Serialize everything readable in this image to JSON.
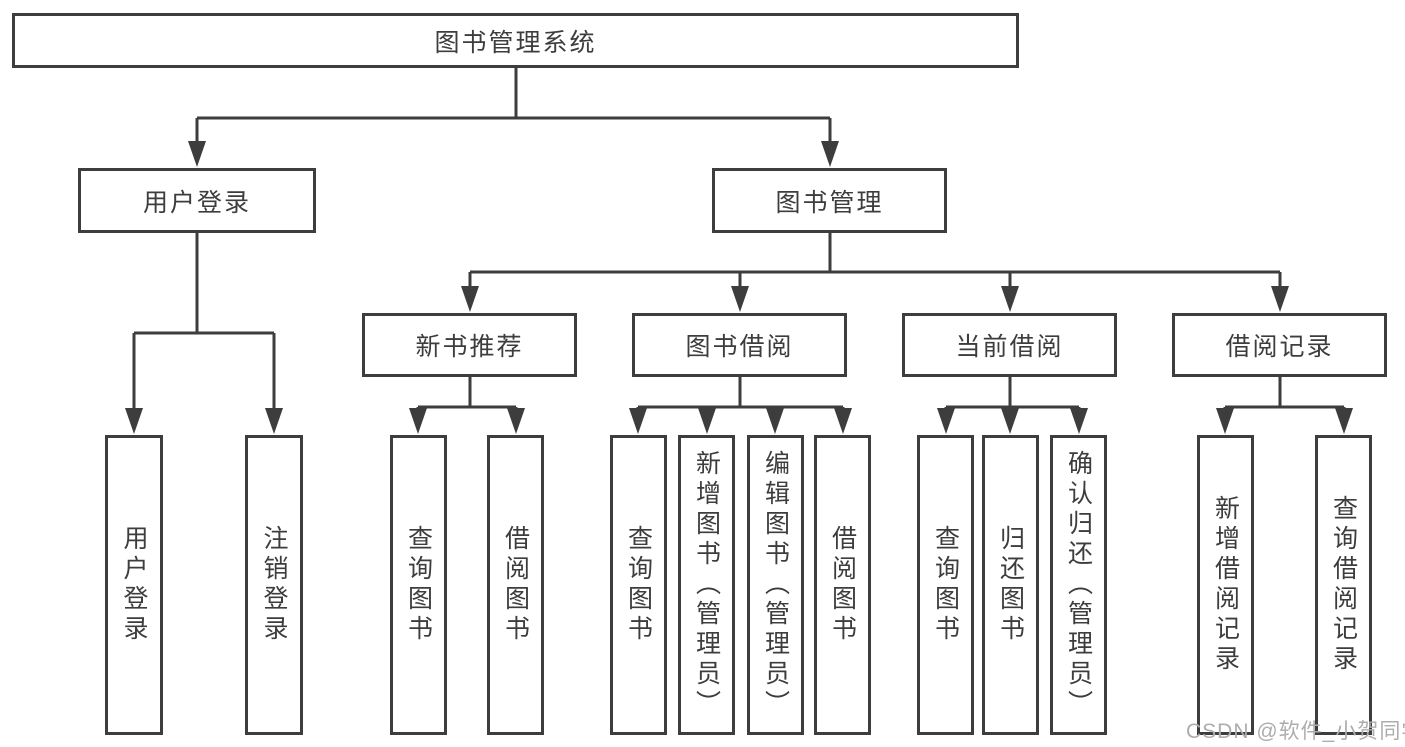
{
  "diagram_title": "图书管理系统",
  "nodes": {
    "root": {
      "id": "library-system",
      "label": "图书管理系统"
    },
    "level2": [
      {
        "id": "user-login",
        "label": "用户登录",
        "parent": "library-system"
      },
      {
        "id": "book-management",
        "label": "图书管理",
        "parent": "library-system"
      }
    ],
    "level3": [
      {
        "id": "new-book-recommend",
        "label": "新书推荐",
        "parent": "book-management"
      },
      {
        "id": "book-borrow",
        "label": "图书借阅",
        "parent": "book-management"
      },
      {
        "id": "current-borrow",
        "label": "当前借阅",
        "parent": "book-management"
      },
      {
        "id": "borrow-records",
        "label": "借阅记录",
        "parent": "book-management"
      }
    ],
    "leaves": [
      {
        "id": "user-login-leaf",
        "label": "用户登录",
        "parent": "user-login"
      },
      {
        "id": "logout",
        "label": "注销登录",
        "parent": "user-login"
      },
      {
        "id": "query-books-recommend",
        "label": "查询图书",
        "parent": "new-book-recommend"
      },
      {
        "id": "borrow-books-recommend",
        "label": "借阅图书",
        "parent": "new-book-recommend"
      },
      {
        "id": "query-books-borrow",
        "label": "查询图书",
        "parent": "book-borrow"
      },
      {
        "id": "add-book-admin",
        "label": "新增图书（管理员）",
        "parent": "book-borrow"
      },
      {
        "id": "edit-book-admin",
        "label": "编辑图书（管理员）",
        "parent": "book-borrow"
      },
      {
        "id": "borrow-books-borrow",
        "label": "借阅图书",
        "parent": "book-borrow"
      },
      {
        "id": "query-books-current",
        "label": "查询图书",
        "parent": "current-borrow"
      },
      {
        "id": "return-books",
        "label": "归还图书",
        "parent": "current-borrow"
      },
      {
        "id": "confirm-return-admin",
        "label": "确认归还（管理员）",
        "parent": "current-borrow"
      },
      {
        "id": "add-borrow-record",
        "label": "新增借阅记录",
        "parent": "borrow-records"
      },
      {
        "id": "query-borrow-record",
        "label": "查询借阅记录",
        "parent": "borrow-records"
      }
    ]
  },
  "watermark": "CSDN @软件_小贺同学",
  "colors": {
    "line": "#3d3d3d",
    "text": "#3d3d3d",
    "watermark": "#adadad",
    "background": "#ffffff"
  }
}
